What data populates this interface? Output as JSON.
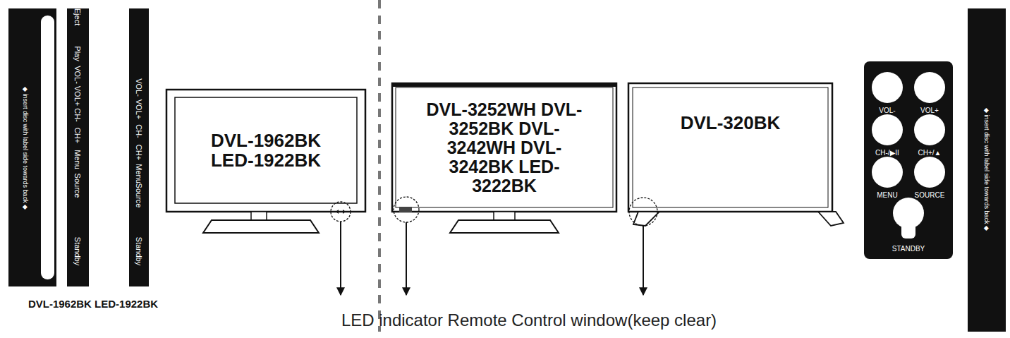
{
  "diagram": {
    "nodes": [
      {
        "text": [
          "DVL-1962BK LED-1922BK"
        ]
      },
      {
        "text": [
          "DVL-3252WH DVL-3252BK DVL-3242WH DVL-3242BK LED-3222BK"
        ]
      },
      {
        "text": [
          "DVL-320BK"
        ]
      }
    ],
    "labels": [
      "◆ insert disc with label side towards back ◆",
      "Eject",
      "Play",
      "VOL-",
      "VOL+",
      "CH-",
      "CH+",
      "Menu",
      "Source",
      "Standby",
      "VOL-",
      "VOL+",
      "CH-",
      "CH+",
      "Menu",
      "Source",
      "Standby",
      "DVL-1962BK LED-1922BK",
      "VOL-",
      "VOL+",
      "CH-/▶II",
      "CH+/▲",
      "MENU",
      "SOURCE",
      "STANDBY",
      "◆ insert disc with label side towards back ◆",
      "LED indicator Remote Control window(keep clear)"
    ]
  }
}
